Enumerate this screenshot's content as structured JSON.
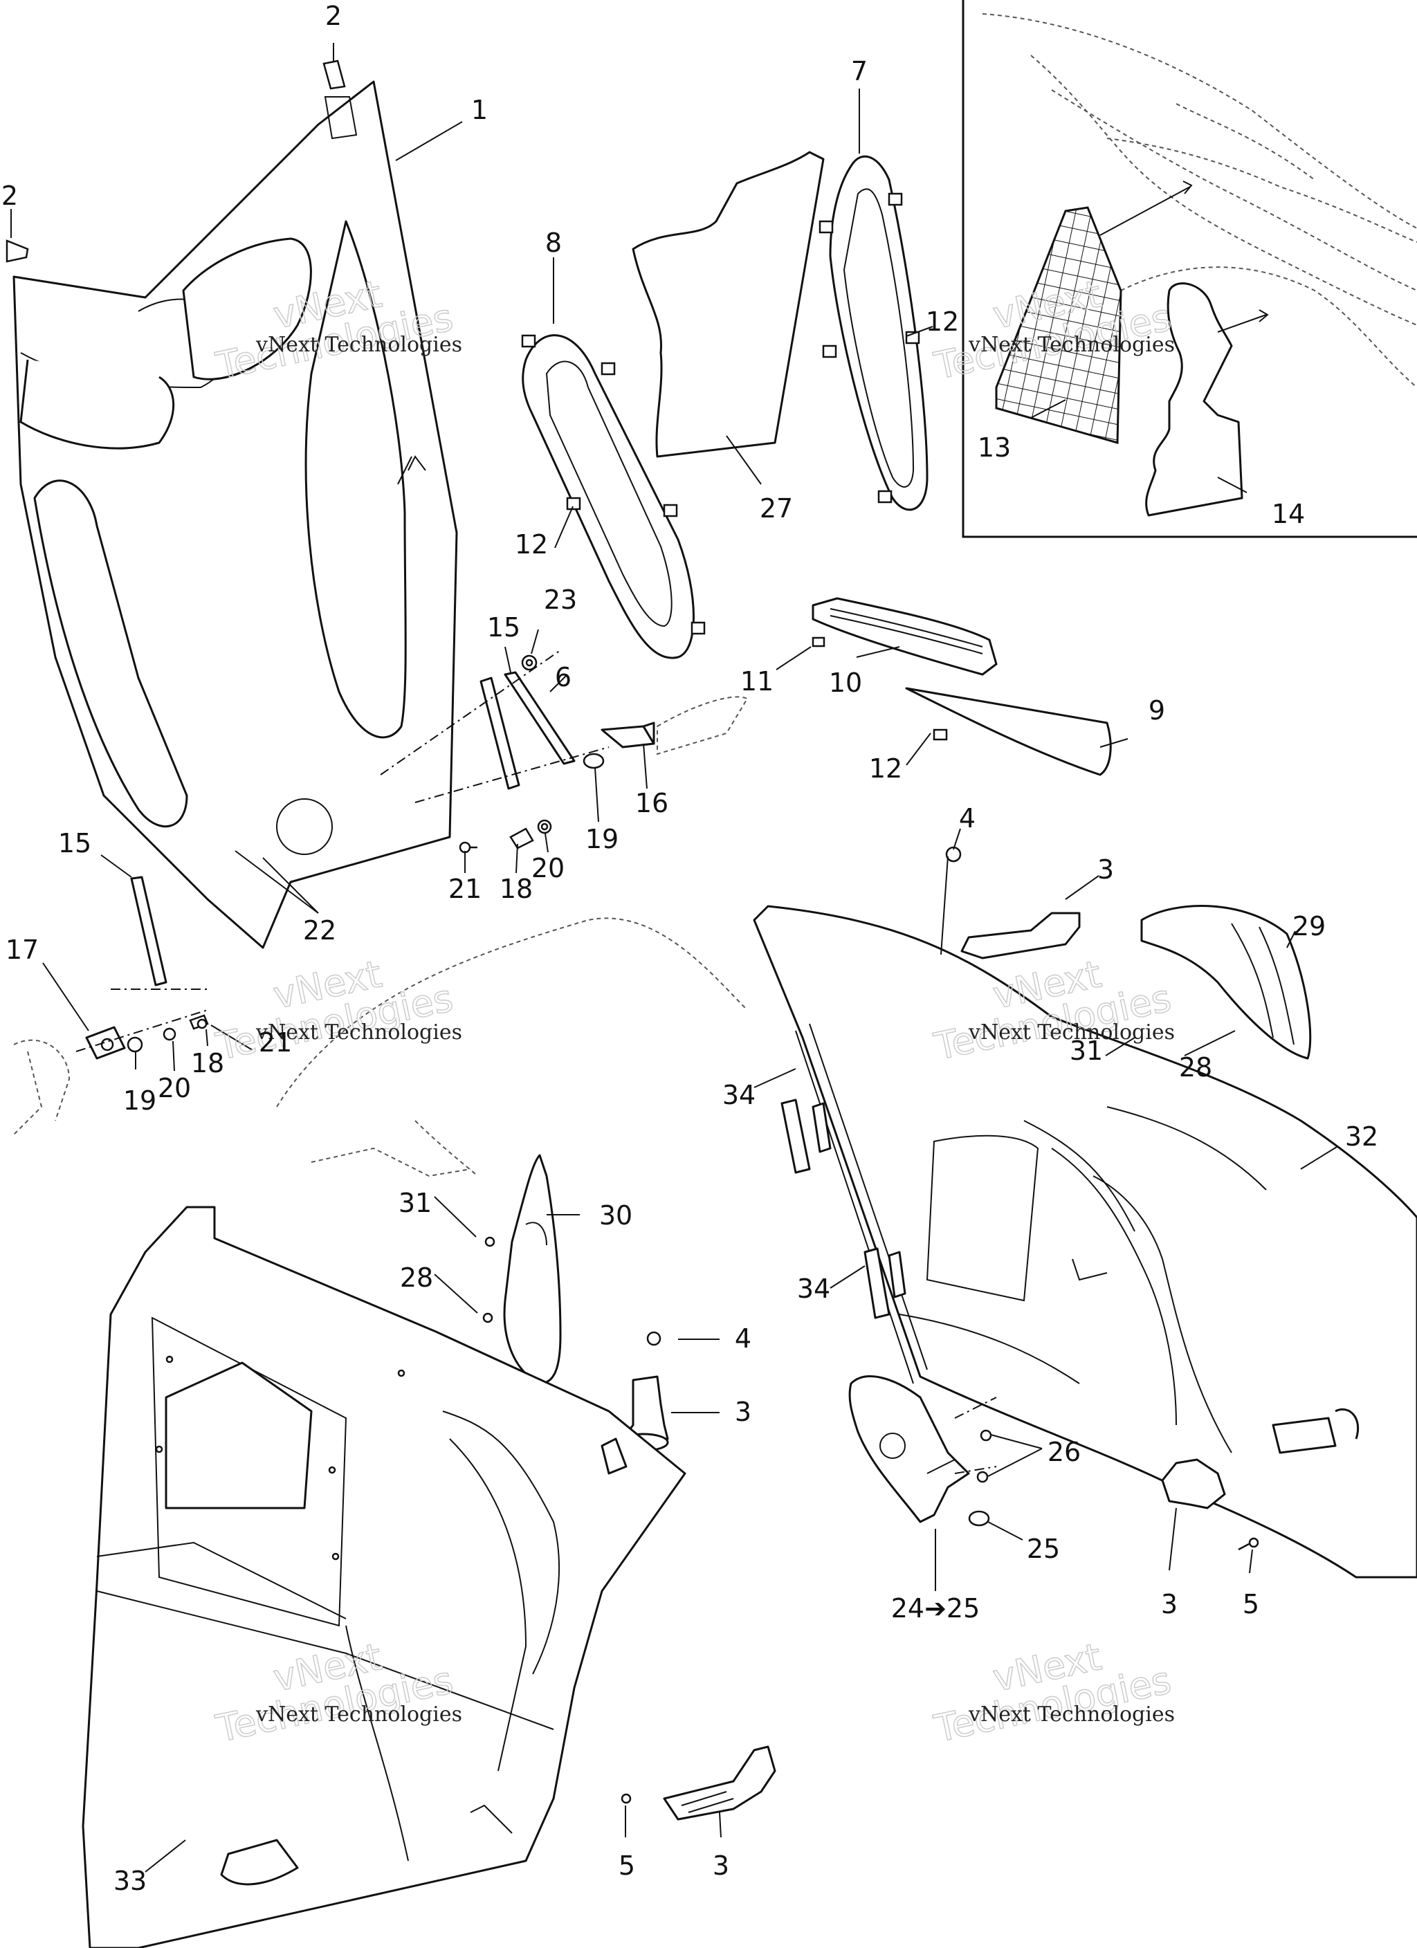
{
  "callouts": [
    {
      "id": "2-top",
      "label": "2"
    },
    {
      "id": "1",
      "label": "1"
    },
    {
      "id": "2-left",
      "label": "2"
    },
    {
      "id": "7",
      "label": "7"
    },
    {
      "id": "8",
      "label": "8"
    },
    {
      "id": "12-a",
      "label": "12"
    },
    {
      "id": "13",
      "label": "13"
    },
    {
      "id": "14",
      "label": "14"
    },
    {
      "id": "27",
      "label": "27"
    },
    {
      "id": "12-b",
      "label": "12"
    },
    {
      "id": "23",
      "label": "23"
    },
    {
      "id": "15-a",
      "label": "15"
    },
    {
      "id": "6",
      "label": "6"
    },
    {
      "id": "11",
      "label": "11"
    },
    {
      "id": "10",
      "label": "10"
    },
    {
      "id": "9",
      "label": "9"
    },
    {
      "id": "12-c",
      "label": "12"
    },
    {
      "id": "16",
      "label": "16"
    },
    {
      "id": "19-a",
      "label": "19"
    },
    {
      "id": "21-a",
      "label": "21"
    },
    {
      "id": "18-a",
      "label": "18"
    },
    {
      "id": "20-a",
      "label": "20"
    },
    {
      "id": "15-b",
      "label": "15"
    },
    {
      "id": "22",
      "label": "22"
    },
    {
      "id": "4-a",
      "label": "4"
    },
    {
      "id": "3-a",
      "label": "3"
    },
    {
      "id": "29",
      "label": "29"
    },
    {
      "id": "17",
      "label": "17"
    },
    {
      "id": "21-b",
      "label": "21"
    },
    {
      "id": "31-a",
      "label": "31"
    },
    {
      "id": "28-a",
      "label": "28"
    },
    {
      "id": "19-b",
      "label": "19"
    },
    {
      "id": "20-b",
      "label": "20"
    },
    {
      "id": "18-b",
      "label": "18"
    },
    {
      "id": "34-a",
      "label": "34"
    },
    {
      "id": "32",
      "label": "32"
    },
    {
      "id": "31-b",
      "label": "31"
    },
    {
      "id": "30",
      "label": "30"
    },
    {
      "id": "28-b",
      "label": "28"
    },
    {
      "id": "34-b",
      "label": "34"
    },
    {
      "id": "4-b",
      "label": "4"
    },
    {
      "id": "3-b",
      "label": "3"
    },
    {
      "id": "26",
      "label": "26"
    },
    {
      "id": "25",
      "label": "25"
    },
    {
      "id": "24-25",
      "label": "24➔25"
    },
    {
      "id": "3-c",
      "label": "3"
    },
    {
      "id": "5-a",
      "label": "5"
    },
    {
      "id": "33",
      "label": "33"
    },
    {
      "id": "5-b",
      "label": "5"
    },
    {
      "id": "3-d",
      "label": "3"
    }
  ],
  "watermarks": [
    {
      "line1": "vNext Technologies",
      "line2": "vNext",
      "line3": "Technologies"
    },
    {
      "line1": "vNext Technologies",
      "line2": "vNext",
      "line3": "Technologies"
    },
    {
      "line1": "vNext Technologies",
      "line2": "vNext",
      "line3": "Technologies"
    },
    {
      "line1": "vNext Technologies",
      "line2": "vNext",
      "line3": "Technologies"
    },
    {
      "line1": "vNext Technologies",
      "line2": "vNext",
      "line3": "Technologies"
    },
    {
      "line1": "vNext Technologies",
      "line2": "vNext",
      "line3": "Technologies"
    }
  ],
  "colors": {
    "ink": "#111111",
    "paper": "#ffffff",
    "watermark": "#cccccc"
  }
}
